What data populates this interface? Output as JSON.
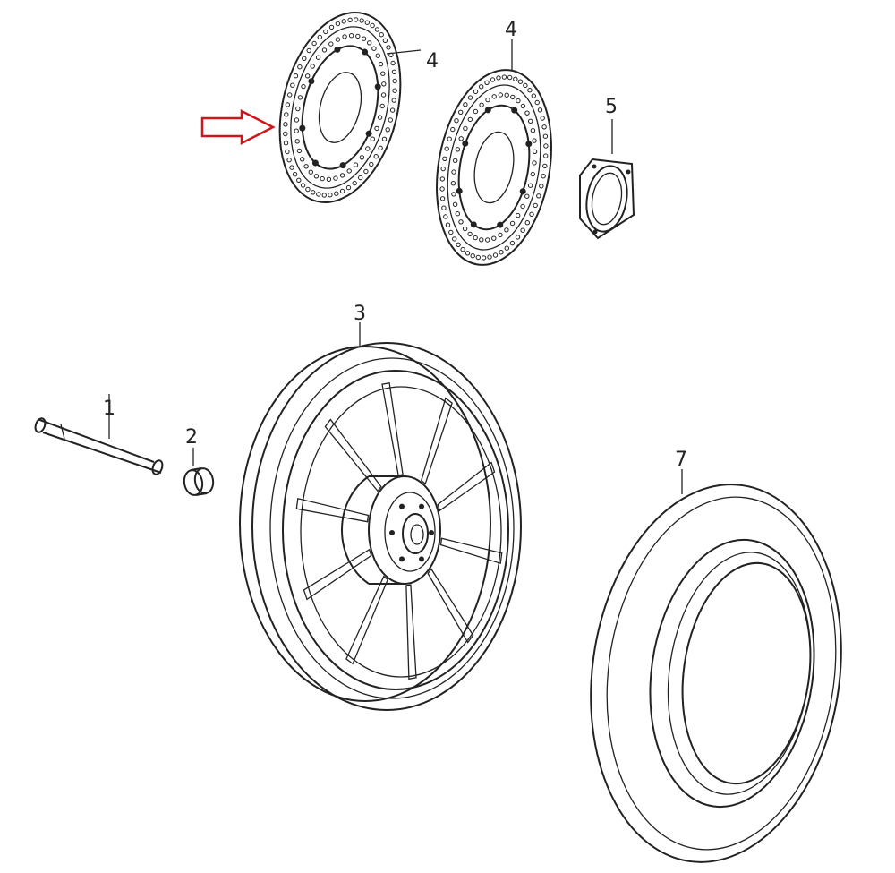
{
  "callouts": [
    {
      "id": "axle",
      "number": "1"
    },
    {
      "id": "spacer",
      "number": "2"
    },
    {
      "id": "wheel-rim",
      "number": "3"
    },
    {
      "id": "brake-disc-left",
      "number": "4"
    },
    {
      "id": "brake-disc-right",
      "number": "4"
    },
    {
      "id": "speedometer-gear-seal",
      "number": "5"
    },
    {
      "id": "tire",
      "number": "7"
    }
  ],
  "highlight": {
    "target": "brake-disc-left",
    "color": "#d0151b"
  },
  "colors": {
    "line": "#222222",
    "background": "#ffffff"
  }
}
